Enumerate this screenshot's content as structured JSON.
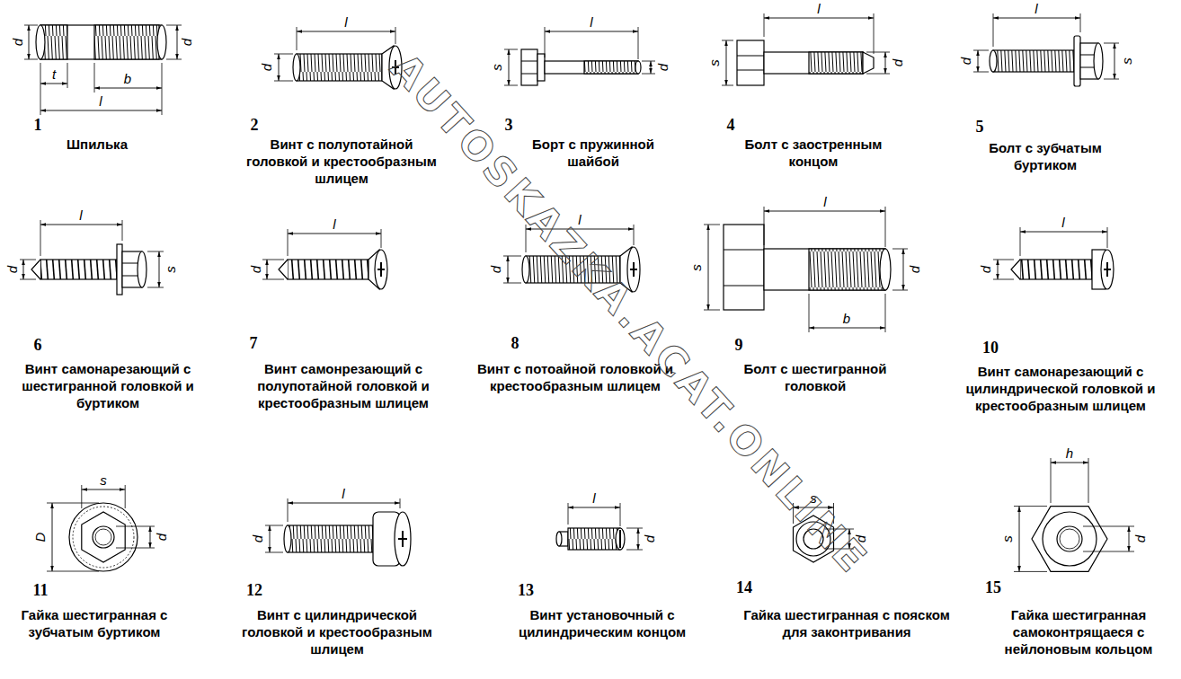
{
  "diagram": {
    "labels": [
      "1",
      "Шпилька",
      "d",
      "d",
      "t",
      "b",
      "l",
      "2",
      "Винт с полупотайной головкой и крестообразным шлицем",
      "l",
      "d",
      "3",
      "Борт с пружинной шайбой",
      "l",
      "s",
      "d",
      "4",
      "Болт с заостренным концом",
      "l",
      "s",
      "d",
      "5",
      "Болт с зубчатым буртиком",
      "l",
      "d",
      "s",
      "6",
      "Винт самонарезающий с шестигранной головкой и буртиком",
      "d",
      "l",
      "s",
      "7",
      "Винт самонрезающий с полупотайной головкой и крестообразным шлицем",
      "l",
      "d",
      "8",
      "Винт с потоайной головкой и крестообразным шлицем",
      "l",
      "d",
      "9",
      "Болт с шестигранной головкой",
      "l",
      "s",
      "b",
      "d",
      "10",
      "Винт самонарезающий с цилиндрической головкой и крестообразным шлицем",
      "l",
      "d",
      "11",
      "Гайка шестигранная с зубчатым буртиком",
      "D",
      "s",
      "d",
      "12",
      "Винт с цилиндрической головкой и крестообразным шлицем",
      "l",
      "d",
      "13",
      "Винт установочный с цилиндрическим концом",
      "l",
      "d",
      "14",
      "Гайка шестигранная с пояском для законтривания",
      "s",
      "d",
      "15",
      "Гайка шестигранная самоконтрящаеся с нейлоновым кольцом",
      "h",
      "s",
      "d",
      "AUTOSKAZKA.ACAT.ONLINE"
    ]
  }
}
